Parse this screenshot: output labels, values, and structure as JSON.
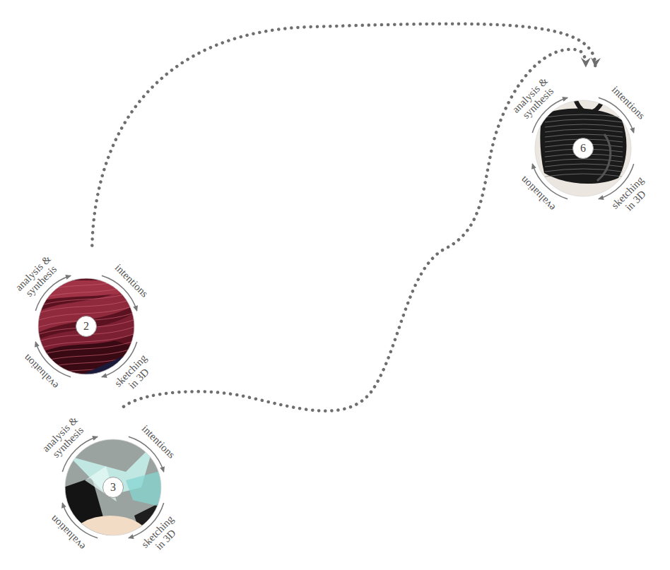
{
  "diagram": {
    "nodes": [
      {
        "text": [
          "analysis & synthesis",
          "intentions",
          "6",
          "sketching in 3D",
          "evaluation"
        ]
      },
      {
        "text": [
          "analysis & synthesis",
          "intentions",
          "2",
          "sketching in 3D",
          "evaluation"
        ]
      },
      {
        "text": [
          "analysis & synthesis",
          "intentions",
          "3",
          "sketching in 3D",
          "evaluation"
        ]
      }
    ],
    "edges": [
      {
        "from": 1,
        "to": 0,
        "arrow": "to"
      },
      {
        "from": 2,
        "to": 0,
        "arrow": "to"
      }
    ]
  }
}
